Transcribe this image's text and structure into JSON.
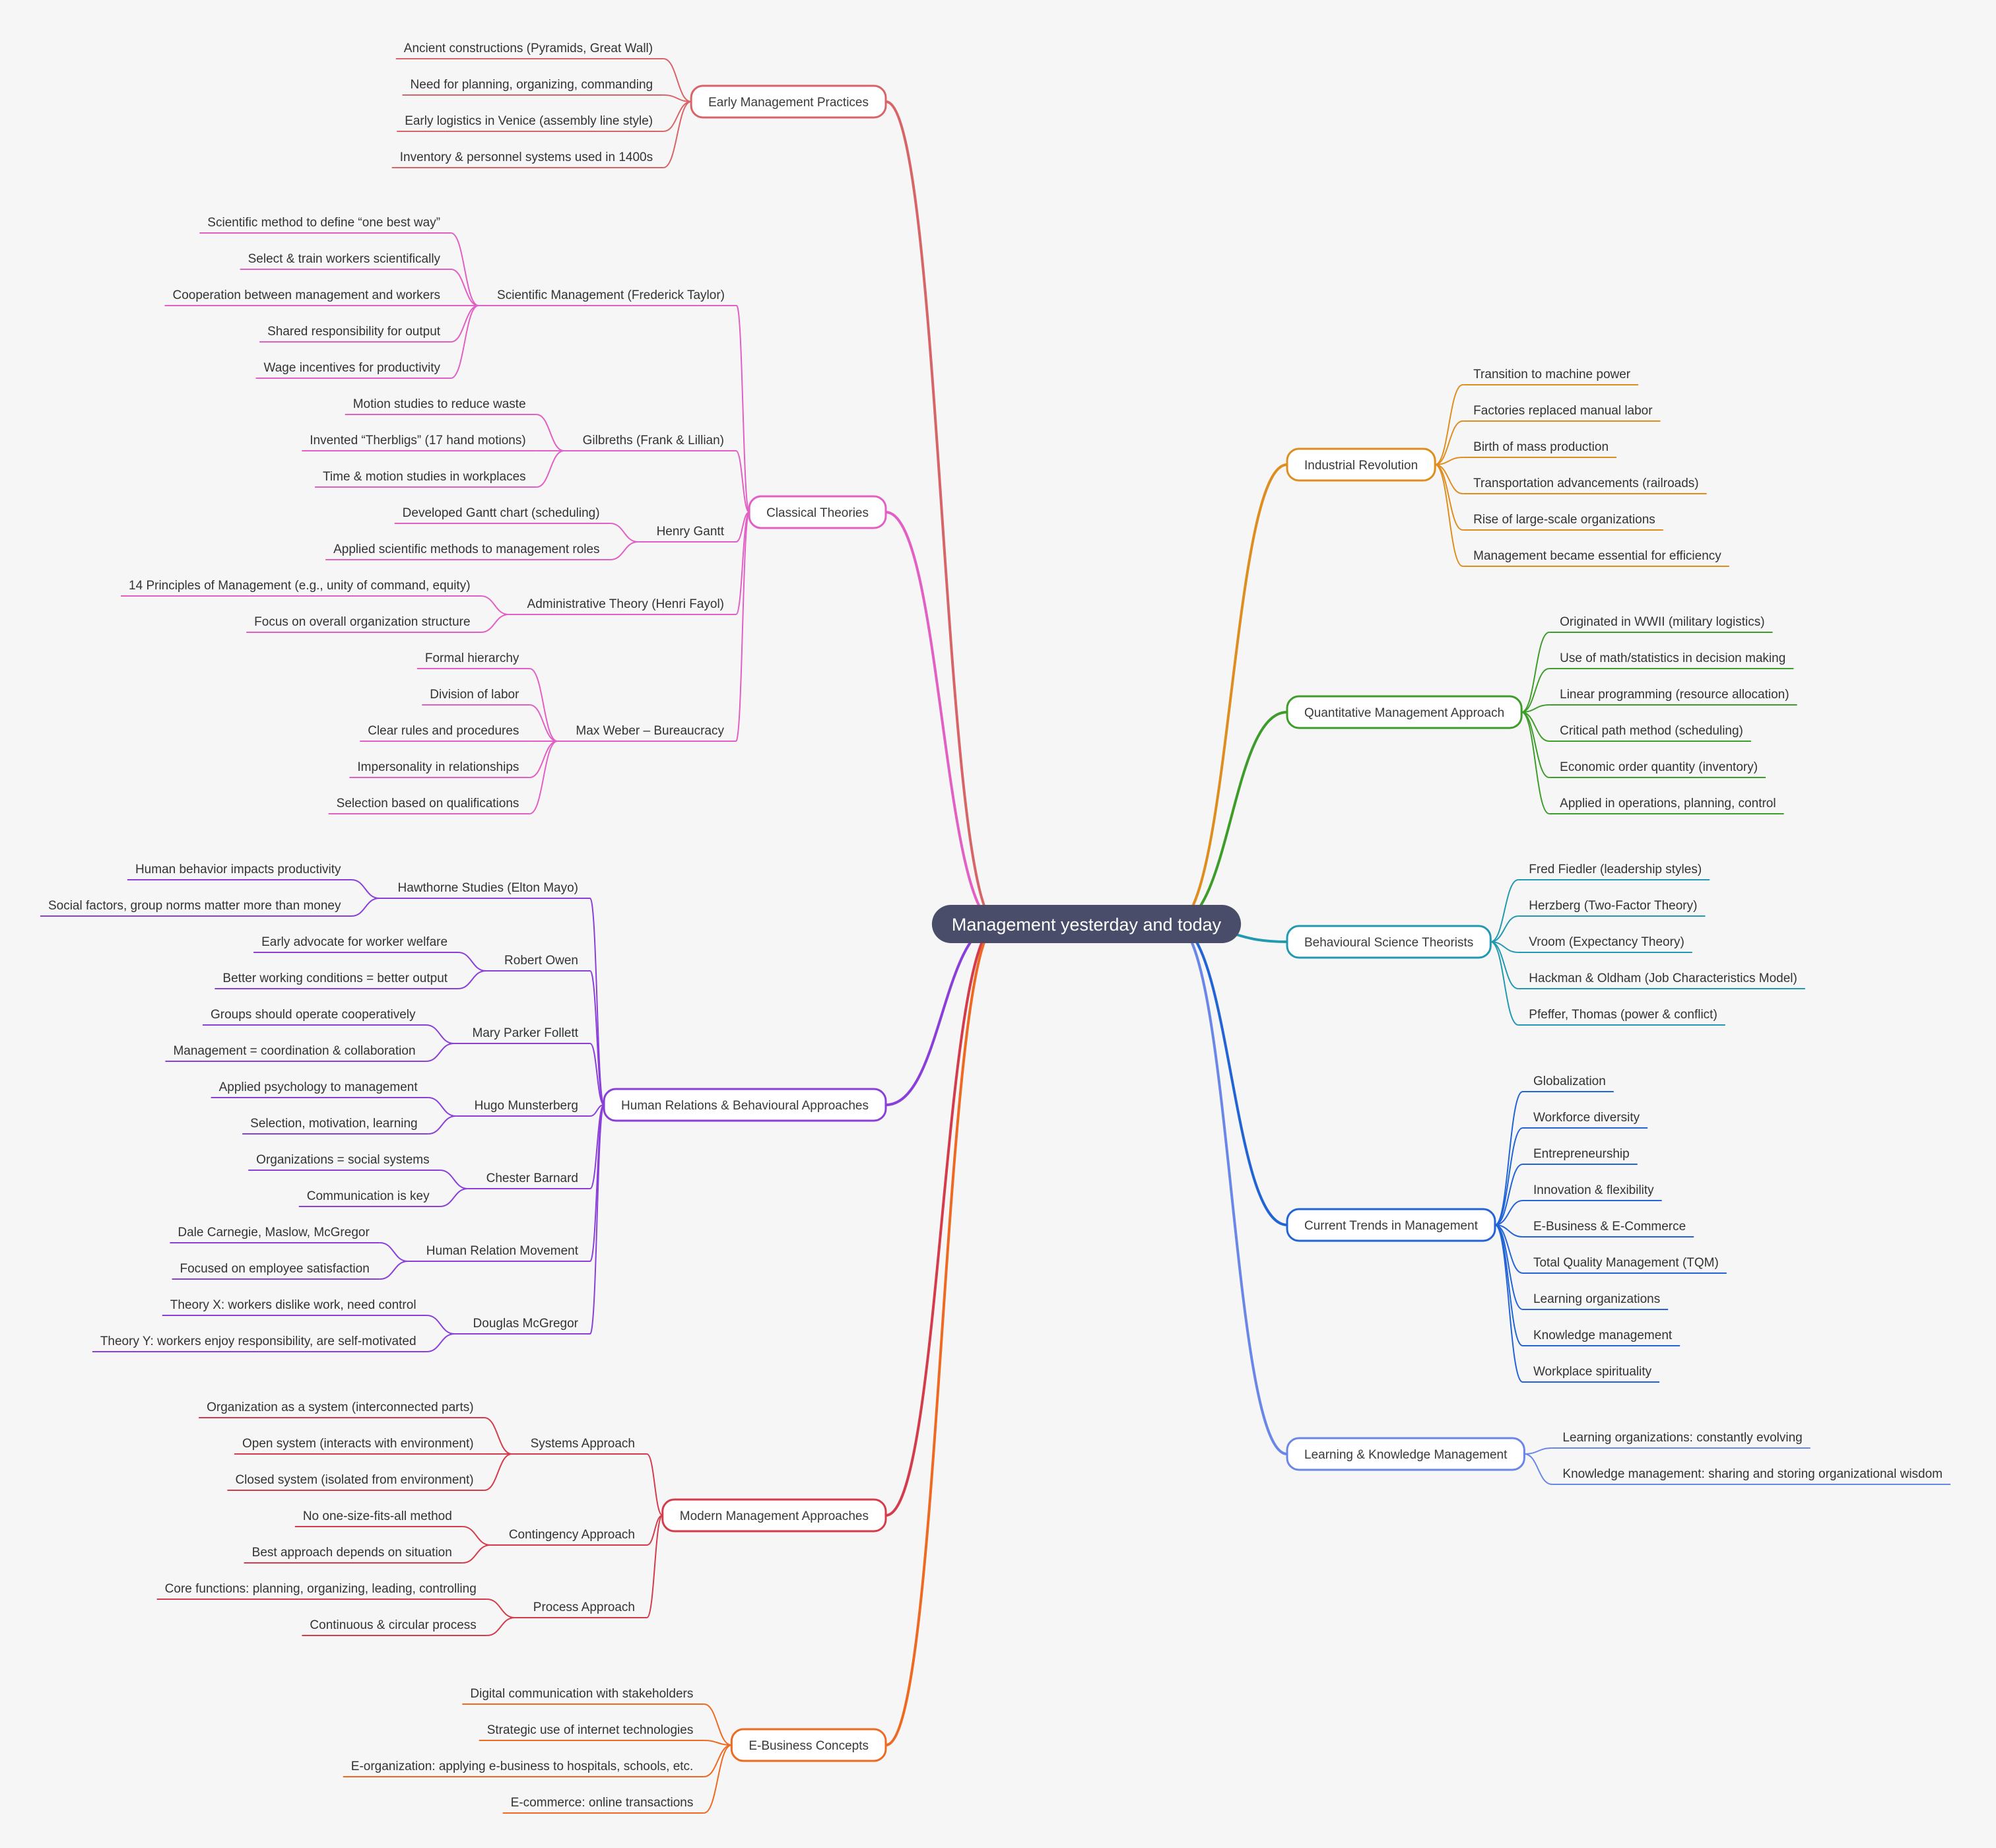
{
  "root": {
    "label": "Management yesterday and today",
    "color": "#4a4d69"
  },
  "branches": [
    {
      "label": "Early Management Practices",
      "color": "#d76567",
      "children": [
        {
          "label": "Ancient constructions (Pyramids, Great Wall)"
        },
        {
          "label": "Need for planning, organizing, commanding"
        },
        {
          "label": "Early logistics in Venice (assembly line style)"
        },
        {
          "label": "Inventory & personnel systems used in 1400s"
        }
      ]
    },
    {
      "label": "Classical Theories",
      "color": "#e260c4",
      "children": [
        {
          "label": "Scientific Management (Frederick Taylor)",
          "children": [
            {
              "label": "Scientific method to define  “one best way”"
            },
            {
              "label": "Select & train workers scientifically"
            },
            {
              "label": "Cooperation between management and workers"
            },
            {
              "label": "Shared responsibility for output"
            },
            {
              "label": "Wage incentives for productivity"
            }
          ]
        },
        {
          "label": "Gilbreths (Frank & Lillian)",
          "children": [
            {
              "label": "Motion studies to reduce waste"
            },
            {
              "label": "Invented  “Therbligs”  (17 hand motions)"
            },
            {
              "label": "Time & motion studies in workplaces"
            }
          ]
        },
        {
          "label": "Henry Gantt",
          "children": [
            {
              "label": "Developed Gantt chart (scheduling)"
            },
            {
              "label": "Applied scientific methods to management roles"
            }
          ]
        },
        {
          "label": "Administrative Theory (Henri Fayol)",
          "children": [
            {
              "label": "14 Principles of Management (e.g., unity of command, equity)"
            },
            {
              "label": "Focus on overall organization structure"
            }
          ]
        },
        {
          "label": "Max Weber – Bureaucracy",
          "children": [
            {
              "label": "Formal hierarchy"
            },
            {
              "label": "Division of labor"
            },
            {
              "label": "Clear rules and procedures"
            },
            {
              "label": "Impersonality in relationships"
            },
            {
              "label": "Selection based on qualifications"
            }
          ]
        }
      ]
    },
    {
      "label": "Human Relations & Behavioural Approaches",
      "color": "#8a3fd9",
      "children": [
        {
          "label": "Hawthorne Studies (Elton Mayo)",
          "children": [
            {
              "label": "Human behavior impacts productivity"
            },
            {
              "label": "Social factors, group norms matter more than money"
            }
          ]
        },
        {
          "label": "Robert Owen",
          "children": [
            {
              "label": "Early advocate for worker welfare"
            },
            {
              "label": "Better working conditions = better output"
            }
          ]
        },
        {
          "label": "Mary Parker Follett",
          "children": [
            {
              "label": "Groups should operate cooperatively"
            },
            {
              "label": "Management = coordination & collaboration"
            }
          ]
        },
        {
          "label": "Hugo Munsterberg",
          "children": [
            {
              "label": "Applied psychology to management"
            },
            {
              "label": "Selection, motivation, learning"
            }
          ]
        },
        {
          "label": "Chester Barnard",
          "children": [
            {
              "label": "Organizations = social systems"
            },
            {
              "label": "Communication is key"
            }
          ]
        },
        {
          "label": "Human Relation Movement",
          "children": [
            {
              "label": "Dale Carnegie, Maslow, McGregor"
            },
            {
              "label": "Focused on employee satisfaction"
            }
          ]
        },
        {
          "label": "Douglas McGregor",
          "children": [
            {
              "label": "Theory X: workers dislike work, need control"
            },
            {
              "label": "Theory Y: workers enjoy responsibility, are self-motivated"
            }
          ]
        }
      ]
    },
    {
      "label": "Modern Management Approaches",
      "color": "#d43c4b",
      "children": [
        {
          "label": "Systems Approach",
          "children": [
            {
              "label": "Organization as a system (interconnected parts)"
            },
            {
              "label": "Open system (interacts with environment)"
            },
            {
              "label": "Closed system (isolated from environment)"
            }
          ]
        },
        {
          "label": "Contingency Approach",
          "children": [
            {
              "label": "No one-size-fits-all method"
            },
            {
              "label": "Best approach depends on situation"
            }
          ]
        },
        {
          "label": "Process Approach",
          "children": [
            {
              "label": "Core functions: planning, organizing, leading, controlling"
            },
            {
              "label": "Continuous & circular process"
            }
          ]
        }
      ]
    },
    {
      "label": "E-Business Concepts",
      "color": "#ee6a22",
      "children": [
        {
          "label": "Digital communication with stakeholders"
        },
        {
          "label": "Strategic use of internet technologies"
        },
        {
          "label": "E-organization: applying e-business to hospitals, schools, etc."
        },
        {
          "label": "E-commerce: online transactions"
        }
      ]
    },
    {
      "label": "Industrial Revolution",
      "color": "#de8e1f",
      "children": [
        {
          "label": "Transition to machine power"
        },
        {
          "label": "Factories replaced manual labor"
        },
        {
          "label": "Birth of mass production"
        },
        {
          "label": "Transportation advancements (railroads)"
        },
        {
          "label": "Rise of large-scale organizations"
        },
        {
          "label": "Management became essential for efficiency"
        }
      ]
    },
    {
      "label": "Quantitative Management Approach",
      "color": "#3e9c2a",
      "children": [
        {
          "label": "Originated in WWII (military logistics)"
        },
        {
          "label": "Use of math/statistics in decision making"
        },
        {
          "label": "Linear programming (resource allocation)"
        },
        {
          "label": "Critical path method (scheduling)"
        },
        {
          "label": "Economic order quantity (inventory)"
        },
        {
          "label": "Applied in operations, planning, control"
        }
      ]
    },
    {
      "label": "Behavioural Science Theorists",
      "color": "#2399b1",
      "children": [
        {
          "label": "Fred Fiedler (leadership styles)"
        },
        {
          "label": "Herzberg (Two-Factor Theory)"
        },
        {
          "label": "Vroom (Expectancy Theory)"
        },
        {
          "label": "Hackman & Oldham (Job Characteristics Model)"
        },
        {
          "label": "Pfeffer, Thomas (power & conflict)"
        }
      ]
    },
    {
      "label": "Current Trends in Management",
      "color": "#2264d6",
      "children": [
        {
          "label": "Globalization"
        },
        {
          "label": "Workforce diversity"
        },
        {
          "label": "Entrepreneurship"
        },
        {
          "label": "Innovation & flexibility"
        },
        {
          "label": "E-Business & E-Commerce"
        },
        {
          "label": "Total Quality Management (TQM)"
        },
        {
          "label": "Learning organizations"
        },
        {
          "label": "Knowledge management"
        },
        {
          "label": "Workplace spirituality"
        }
      ]
    },
    {
      "label": "Learning & Knowledge Management",
      "color": "#6a86e6",
      "children": [
        {
          "label": "Learning organizations: constantly evolving"
        },
        {
          "label": "Knowledge management: sharing and storing organizational wisdom"
        }
      ]
    }
  ]
}
